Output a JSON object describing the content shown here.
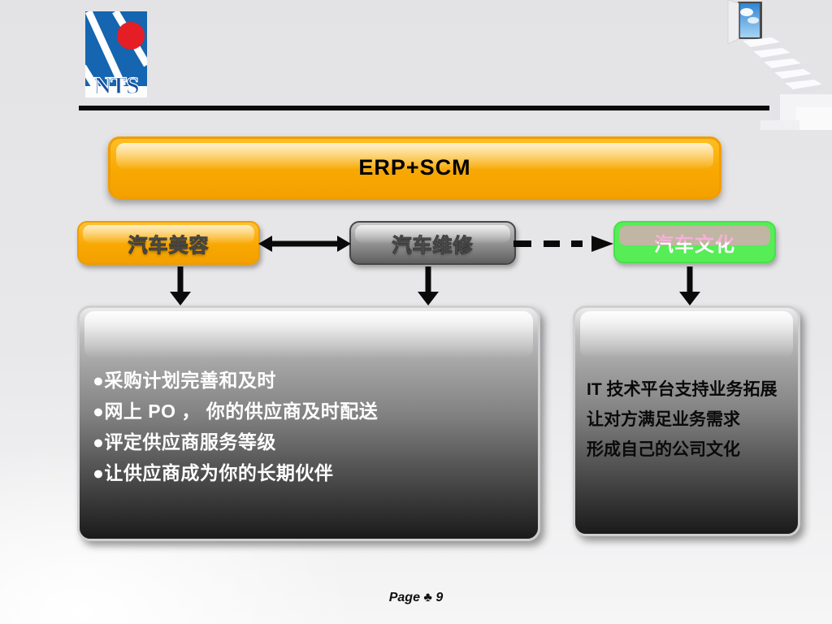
{
  "slide": {
    "footer_text": "Page ♣ 9"
  },
  "logo": {
    "text": "NTS"
  },
  "title_box": {
    "label": "ERP+SCM"
  },
  "nodes": {
    "beauty": {
      "label": "汽车美容"
    },
    "repair": {
      "label": "汽车维修"
    },
    "culture": {
      "label": "汽车文化"
    }
  },
  "left_panel": {
    "bullets": [
      "●采购计划完善和及时",
      "●网上 PO ， 你的供应商及时配送",
      "●评定供应商服务等级",
      "●让供应商成为你的长期伙伴"
    ]
  },
  "right_panel": {
    "lines": [
      "IT 技术平台支持业务拓展",
      "让对方满足业务需求",
      "形成自己的公司文化"
    ]
  },
  "colors": {
    "accent_orange": "#f7a600",
    "node_gray": "#8f8f8f",
    "node_green": "#56ed56",
    "culture_text_pink": "#f7b0d8",
    "arrow_black": "#0a0a0a",
    "logo_blue": "#1565b0",
    "logo_red": "#e51d25"
  }
}
